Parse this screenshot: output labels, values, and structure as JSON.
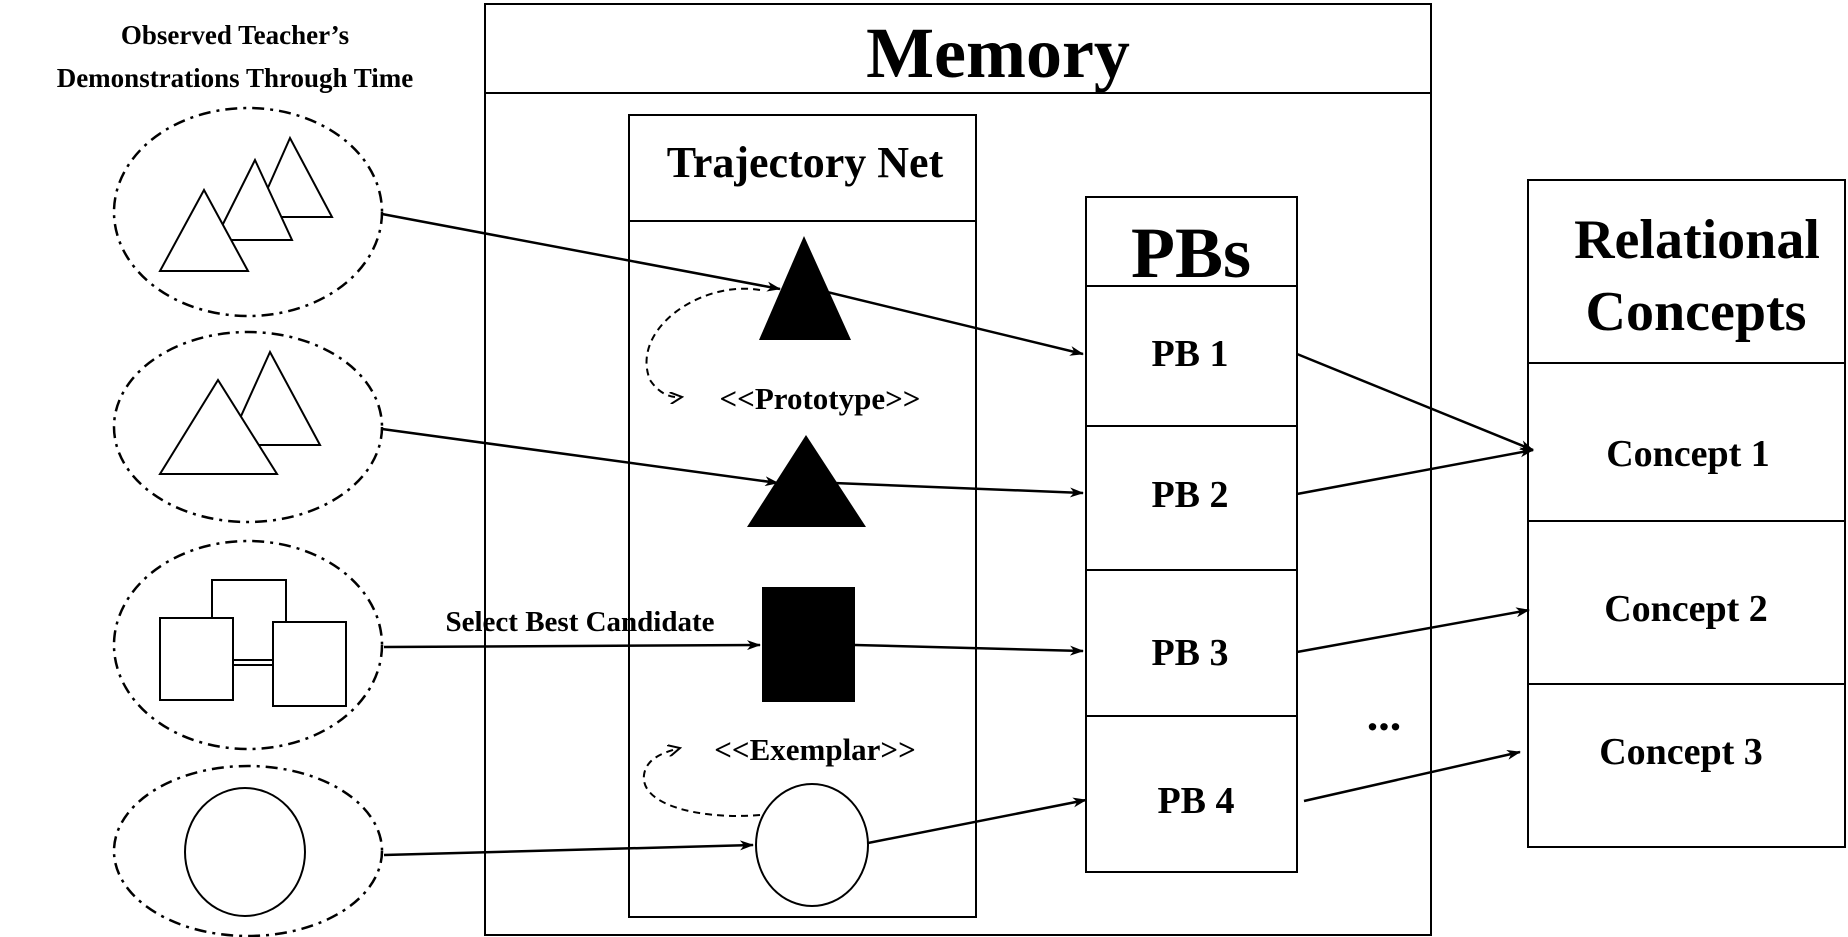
{
  "header": {
    "line1": "Observed Teacher’s",
    "line2": "Demonstrations Through Time"
  },
  "memory": {
    "title": "Memory"
  },
  "trajectory_net": {
    "title": "Trajectory Net",
    "prototype_label": "<<Prototype>>",
    "exemplar_label": "<<Exemplar>>"
  },
  "select_label": "Select Best Candidate",
  "pbs": {
    "title": "PBs",
    "items": [
      "PB 1",
      "PB 2",
      "PB 3",
      "PB 4"
    ],
    "ellipsis": "..."
  },
  "relational_concepts": {
    "title_line1": "Relational",
    "title_line2": "Concepts",
    "items": [
      "Concept 1",
      "Concept  2",
      "Concept  3"
    ]
  },
  "colors": {
    "stroke": "#000000",
    "fill": "#000000",
    "background": "#ffffff"
  }
}
